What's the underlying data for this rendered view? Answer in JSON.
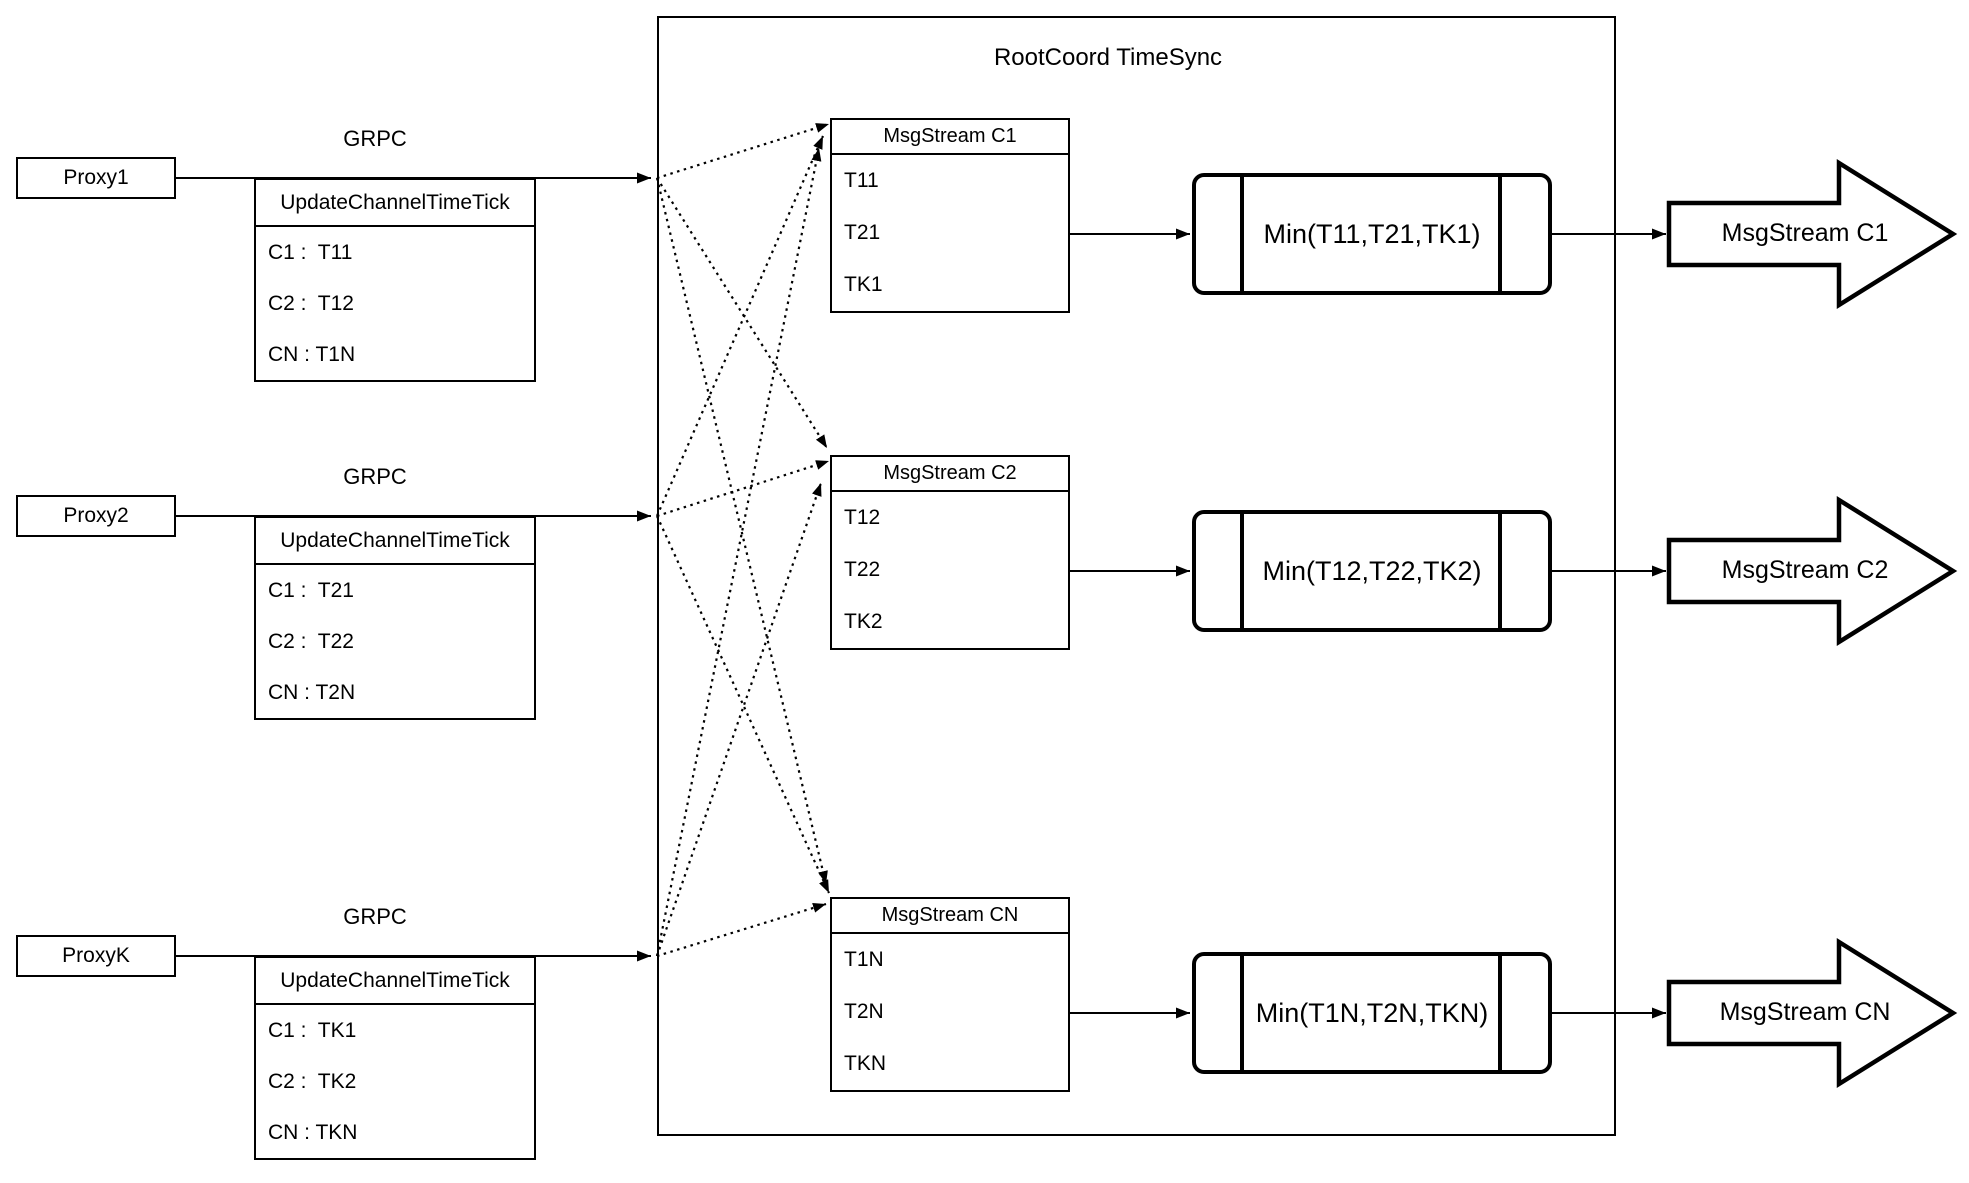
{
  "diagram": {
    "title": "RootCoord TimeSync",
    "colors": {
      "background": "#ffffff",
      "line": "#000000",
      "fill": "#ffffff"
    },
    "grpc_label": "GRPC",
    "proxies": [
      {
        "name": "Proxy1",
        "message": {
          "title": "UpdateChannelTimeTick",
          "rows": [
            "C1 :  T11",
            "C2 :  T12",
            "CN : T1N"
          ]
        }
      },
      {
        "name": "Proxy2",
        "message": {
          "title": "UpdateChannelTimeTick",
          "rows": [
            "C1 :  T21",
            "C2 :  T22",
            "CN : T2N"
          ]
        }
      },
      {
        "name": "ProxyK",
        "message": {
          "title": "UpdateChannelTimeTick",
          "rows": [
            "C1 :  TK1",
            "C2 :  TK2",
            "CN : TKN"
          ]
        }
      }
    ],
    "streams": [
      {
        "table_title": "MsgStream C1",
        "table_rows": [
          "T11",
          "T21",
          "TK1"
        ],
        "min_label": "Min(T11,T21,TK1)",
        "output_label": "MsgStream C1"
      },
      {
        "table_title": "MsgStream C2",
        "table_rows": [
          "T12",
          "T22",
          "TK2"
        ],
        "min_label": "Min(T12,T22,TK2)",
        "output_label": "MsgStream C2"
      },
      {
        "table_title": "MsgStream CN",
        "table_rows": [
          "T1N",
          "T2N",
          "TKN"
        ],
        "min_label": "Min(T1N,T2N,TKN)",
        "output_label": "MsgStream CN"
      }
    ]
  }
}
